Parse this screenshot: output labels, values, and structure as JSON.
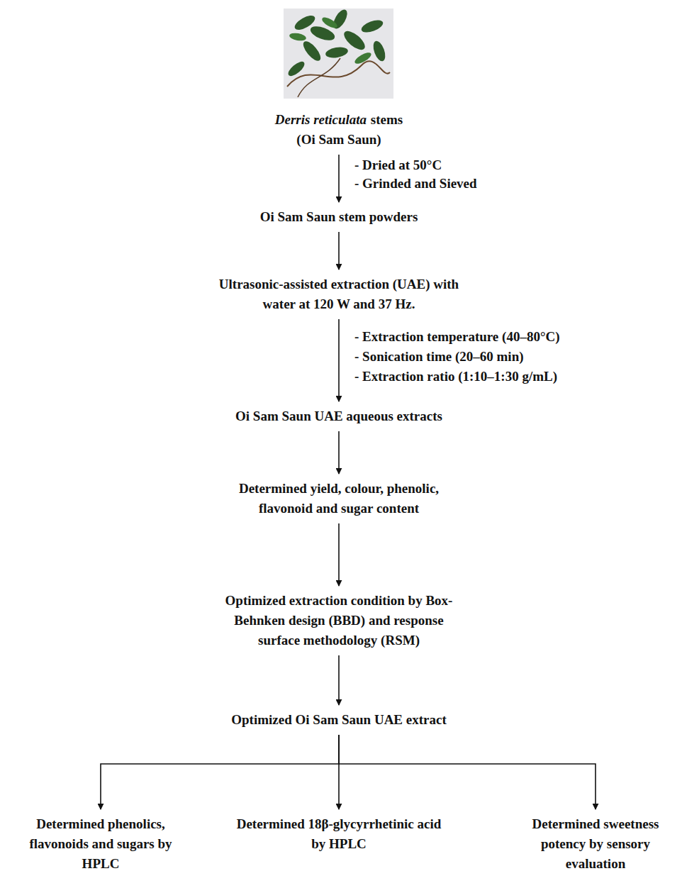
{
  "diagram": {
    "nodes": [
      {
        "text": [
          "Derris reticulata",
          "stems",
          "(Oi Sam Saun)"
        ]
      },
      {
        "text": [
          "Oi Sam Saun stem powders"
        ]
      },
      {
        "text": [
          "Ultrasonic-assisted extraction (UAE) with water at 120 W and 37 Hz."
        ]
      },
      {
        "text": [
          "Oi Sam Saun UAE aqueous extracts"
        ]
      },
      {
        "text": [
          "Determined yield, colour, phenolic, flavonoid and sugar content"
        ]
      },
      {
        "text": [
          "Optimized extraction condition by Box-Behnken design (BBD) and response surface methodology (RSM)"
        ]
      },
      {
        "text": [
          "Optimized Oi Sam Saun UAE extract"
        ]
      },
      {
        "text": [
          "Determined phenolics, flavonoids and sugars by HPLC"
        ]
      },
      {
        "text": [
          "Determined 18β-glycyrrhetinic acid by HPLC"
        ]
      },
      {
        "text": [
          "Determined sweetness potency by sensory evaluation"
        ]
      }
    ],
    "edges": [
      {
        "from": 0,
        "to": 1,
        "arrow": "to"
      },
      {
        "from": 1,
        "to": 2,
        "arrow": "to"
      },
      {
        "from": 2,
        "to": 3,
        "arrow": "to"
      },
      {
        "from": 3,
        "to": 4,
        "arrow": "to"
      },
      {
        "from": 4,
        "to": 5,
        "arrow": "to"
      },
      {
        "from": 5,
        "to": 6,
        "arrow": "to"
      },
      {
        "from": 6,
        "to": 7,
        "arrow": "to"
      },
      {
        "from": 6,
        "to": 8,
        "arrow": "to"
      },
      {
        "from": 6,
        "to": 9,
        "arrow": "to"
      }
    ],
    "labels": [
      "- Dried at 50°C",
      "- Grinded and Sieved",
      "- Extraction temperature (40–80°C)",
      "- Sonication time (20–60 min)",
      "- Extraction ratio (1:10–1:30 g/mL)"
    ]
  }
}
